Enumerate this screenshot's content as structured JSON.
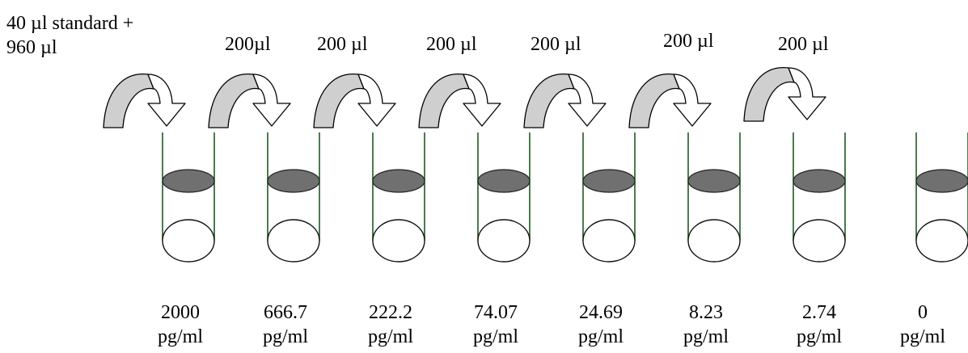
{
  "initial_label": {
    "line1": "40 µl standard +",
    "line2": "960 µl"
  },
  "transfer_labels": [
    "200µl",
    "200 µl",
    "200 µl",
    "200 µl",
    "200 µl",
    "200 µl"
  ],
  "tubes": [
    {
      "value": "2000",
      "unit": "pg/ml"
    },
    {
      "value": "666.7",
      "unit": "pg/ml"
    },
    {
      "value": "222.2",
      "unit": "pg/ml"
    },
    {
      "value": "74.07",
      "unit": "pg/ml"
    },
    {
      "value": "24.69",
      "unit": "pg/ml"
    },
    {
      "value": "8.23",
      "unit": "pg/ml"
    },
    {
      "value": "2.74",
      "unit": "pg/ml"
    },
    {
      "value": "0",
      "unit": "pg/ml"
    }
  ],
  "colors": {
    "tube_outline": "#1f5a1f",
    "liquid": "#707070",
    "arrow_rising": "#cfcfcf",
    "arrow_outline": "#000000"
  }
}
